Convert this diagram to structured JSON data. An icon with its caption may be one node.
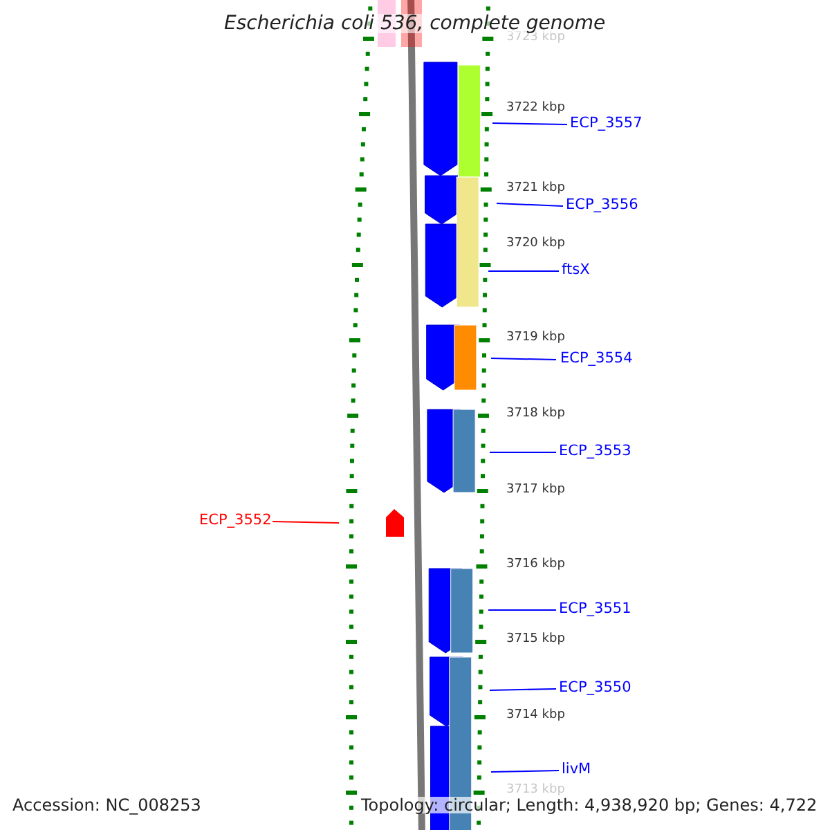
{
  "diagram": {
    "title": "Escherichia coli 536, complete genome",
    "nodes": [
      {
        "text": [
          "ECP_3557"
        ]
      },
      {
        "text": [
          "ECP_3556"
        ]
      },
      {
        "text": [
          "ftsX"
        ]
      },
      {
        "text": [
          "ECP_3554"
        ]
      },
      {
        "text": [
          "ECP_3553"
        ]
      },
      {
        "text": [
          "ECP_3552"
        ]
      },
      {
        "text": [
          "ECP_3551"
        ]
      },
      {
        "text": [
          "ECP_3550"
        ]
      },
      {
        "text": [
          "livM"
        ]
      }
    ],
    "edges": [
      {
        "from": 0,
        "to": null,
        "arrow": "none"
      },
      {
        "from": 1,
        "to": null,
        "arrow": "none"
      },
      {
        "from": 2,
        "to": null,
        "arrow": "none"
      },
      {
        "from": 3,
        "to": null,
        "arrow": "none"
      },
      {
        "from": 4,
        "to": null,
        "arrow": "none"
      },
      {
        "from": 5,
        "to": null,
        "arrow": "none",
        "color": "#ff0000"
      },
      {
        "from": 6,
        "to": null,
        "arrow": "none"
      },
      {
        "from": 7,
        "to": null,
        "arrow": "none"
      },
      {
        "from": 8,
        "to": null,
        "arrow": "none"
      }
    ],
    "labels": [
      "3723 kbp",
      "3722 kbp",
      "3721 kbp",
      "3720 kbp",
      "3719 kbp",
      "3718 kbp",
      "3717 kbp",
      "3716 kbp",
      "3715 kbp",
      "3714 kbp",
      "3713 kbp",
      "Accession: NC_008253",
      "Topology: circular; Length: 4,938,920 bp; Genes: 4,722"
    ]
  }
}
